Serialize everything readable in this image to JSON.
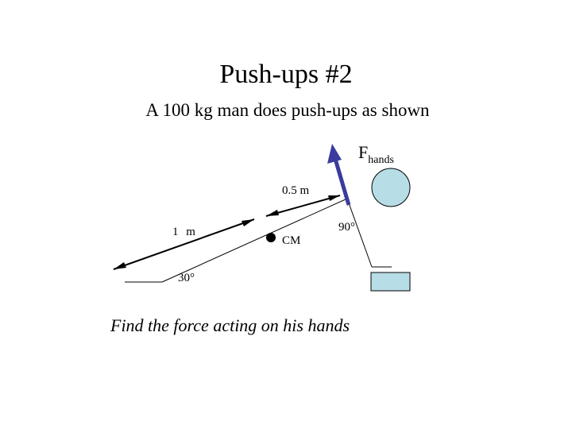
{
  "slide": {
    "title": "Push-ups #2",
    "subtitle": "A 100 kg man does push-ups as shown",
    "question": "Find the force acting on his hands"
  },
  "diagram": {
    "force_label_main": "F",
    "force_label_sub": "hands",
    "dim_upper": "0.5 m",
    "dim_lower": "1 m",
    "cm_label": "CM",
    "angle_arm": "90°",
    "angle_floor": "30°",
    "colors": {
      "force_arrow": "#3b3b9e",
      "body_fill": "#b7dde6",
      "line": "#000000"
    }
  }
}
